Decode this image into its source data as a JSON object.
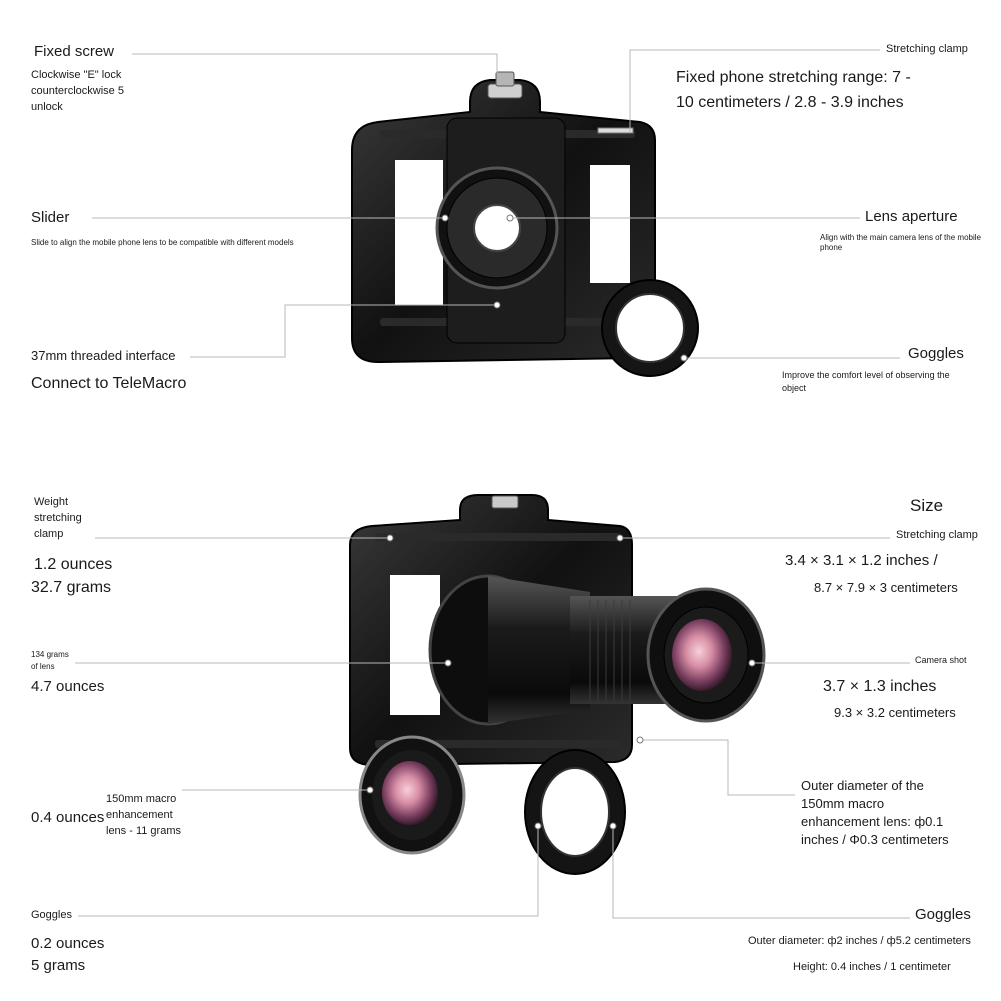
{
  "top": {
    "fixed_screw": {
      "title": "Fixed screw",
      "line1": "Clockwise \"E\" lock",
      "line2": "counterclockwise 5",
      "line3": "unlock"
    },
    "stretching_clamp": {
      "title": "Stretching clamp",
      "line1": "Fixed phone stretching range: 7 -",
      "line2": "10 centimeters / 2.8 - 3.9 inches"
    },
    "slider": {
      "title": "Slider",
      "desc": "Slide to align the mobile phone lens to be compatible with different models"
    },
    "lens_aperture": {
      "title": "Lens aperture",
      "line1": "Align with the main camera lens of the mobile",
      "line2": "phone"
    },
    "threaded": {
      "title": "37mm threaded interface",
      "desc": "Connect to TeleMacro"
    },
    "goggles": {
      "title": "Goggles",
      "line1": "Improve the comfort level of observing the",
      "line2": "object"
    }
  },
  "bottom": {
    "weight": {
      "line1": "Weight",
      "line2": "stretching",
      "line3": "clamp",
      "oz": "1.2 ounces",
      "g": "32.7 grams"
    },
    "size": {
      "title": "Size",
      "clamp_label": "Stretching clamp",
      "inches": "3.4 × 3.1 × 1.2 inches /",
      "cm": "8.7 × 7.9 × 3 centimeters"
    },
    "lens_weight": {
      "line1": "134 grams",
      "line2": "of lens",
      "oz": "4.7 ounces"
    },
    "camera_shot": {
      "label": "Camera shot",
      "inches": "3.7 × 1.3 inches",
      "cm": "9.3 × 3.2 centimeters"
    },
    "macro": {
      "oz": "0.4 ounces",
      "line1": "150mm macro",
      "line2": "enhancement",
      "line3": "lens - 11 grams"
    },
    "outer_diameter": {
      "line1": "Outer diameter of the",
      "line2": "150mm macro",
      "line3": "enhancement lens: ф0.1",
      "line4": "inches / Φ0.3 centimeters"
    },
    "goggles_left": {
      "label": "Goggles",
      "oz": "0.2 ounces",
      "g": "5 grams"
    },
    "goggles_right": {
      "title": "Goggles",
      "outer": "Outer diameter: ф2 inches / ф5.2 centimeters",
      "height": "Height: 0.4 inches / 1 centimeter"
    }
  }
}
